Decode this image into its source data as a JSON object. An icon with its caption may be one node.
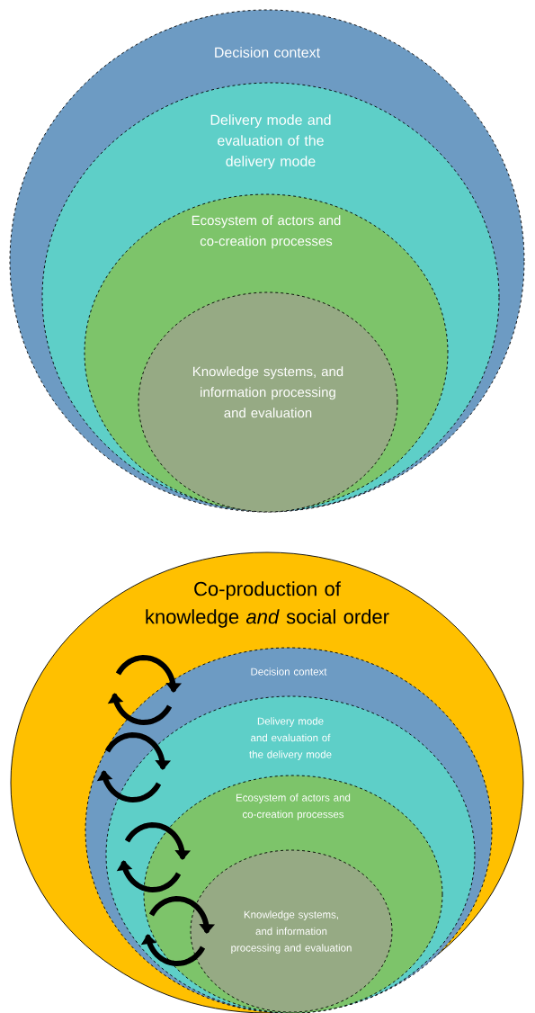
{
  "diagram": {
    "nodes": [
      {
        "text": [
          "Decision context"
        ]
      },
      {
        "text": [
          "Delivery mode and evaluation of the delivery mode"
        ],
        "in": 0
      },
      {
        "text": [
          "Ecosystem of actors and co-creation processes"
        ],
        "in": 1
      },
      {
        "text": [
          "Knowledge systems, and information processing and evaluation"
        ],
        "in": 2
      },
      {
        "text": [
          "Co-production of knowledge *and* social order"
        ]
      },
      {
        "text": [
          "Decision context"
        ],
        "in": 4
      },
      {
        "text": [
          "Delivery mode and evaluation of the delivery mode"
        ],
        "in": 5
      },
      {
        "text": [
          "Ecosystem of actors and co-creation processes"
        ],
        "in": 6
      },
      {
        "text": [
          "Knowledge systems, and information processing and evaluation"
        ],
        "in": 7
      }
    ]
  }
}
